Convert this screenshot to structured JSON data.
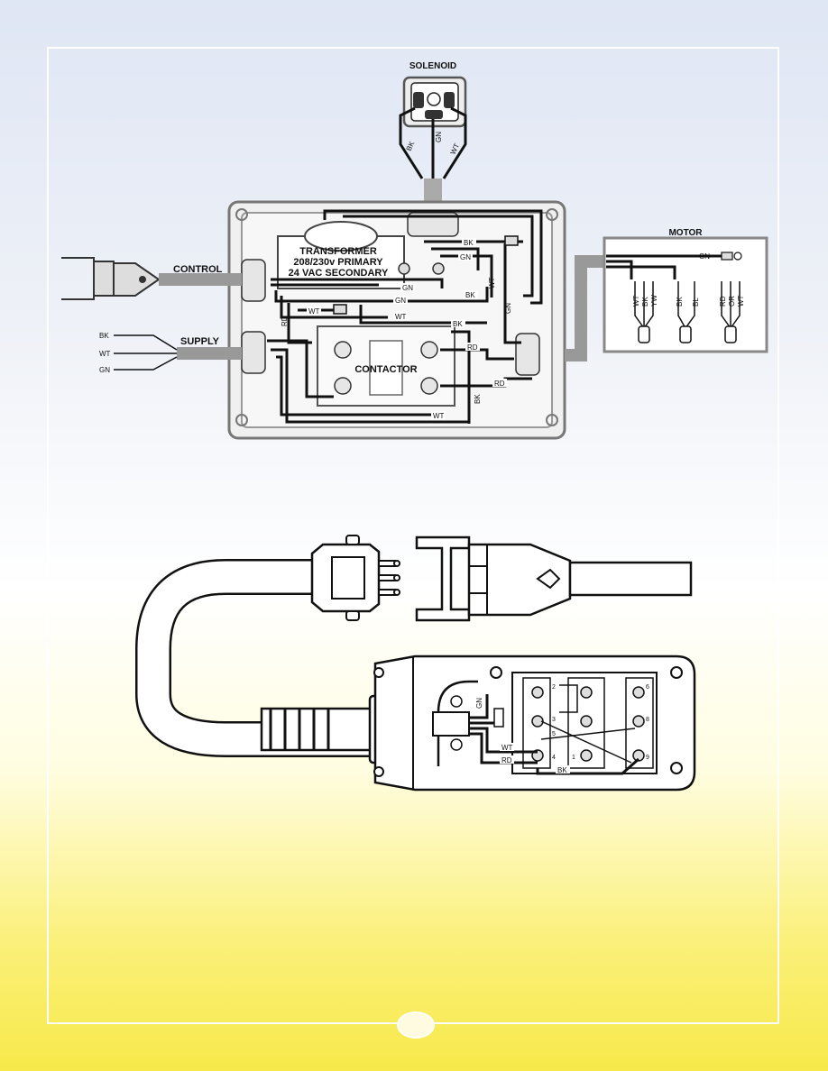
{
  "top_diagram": {
    "solenoid": {
      "title": "SOLENOID",
      "wires": [
        "BK",
        "GN",
        "WT"
      ]
    },
    "transformer": {
      "line1": "TRANSFORMER",
      "line2": "208/230v PRIMARY",
      "line3": "24 VAC SECONDARY"
    },
    "contactor": "CONTACTOR",
    "control": "CONTROL",
    "supply": {
      "label": "SUPPLY",
      "wires": [
        "BK",
        "WT",
        "GN"
      ]
    },
    "motor": {
      "title": "MOTOR",
      "ground": "GN",
      "group1": [
        "WT",
        "BK",
        "YW"
      ],
      "group2": [
        "BK",
        "BL"
      ],
      "group3": [
        "RD",
        "OR",
        "WT"
      ]
    },
    "inner_labels": {
      "bk1": "BK",
      "gn1": "GN",
      "wt1": "WT",
      "bk2": "BK",
      "gn2": "GN",
      "gn3": "GN",
      "gn4": "GN",
      "wt2": "WT",
      "wt3": "WT",
      "rd1": "RD",
      "bk3": "BK",
      "rd2": "RD",
      "rd3": "RD",
      "bk4": "BK",
      "wt4": "WT"
    }
  },
  "bottom_diagram": {
    "labels": {
      "gn": "GN",
      "wt": "WT",
      "rd": "RD",
      "bk": "BK",
      "t2": "2",
      "t3": "3",
      "t5": "5",
      "t6": "6",
      "t1": "1",
      "t4": "4",
      "t8": "8",
      "t9": "9"
    }
  }
}
